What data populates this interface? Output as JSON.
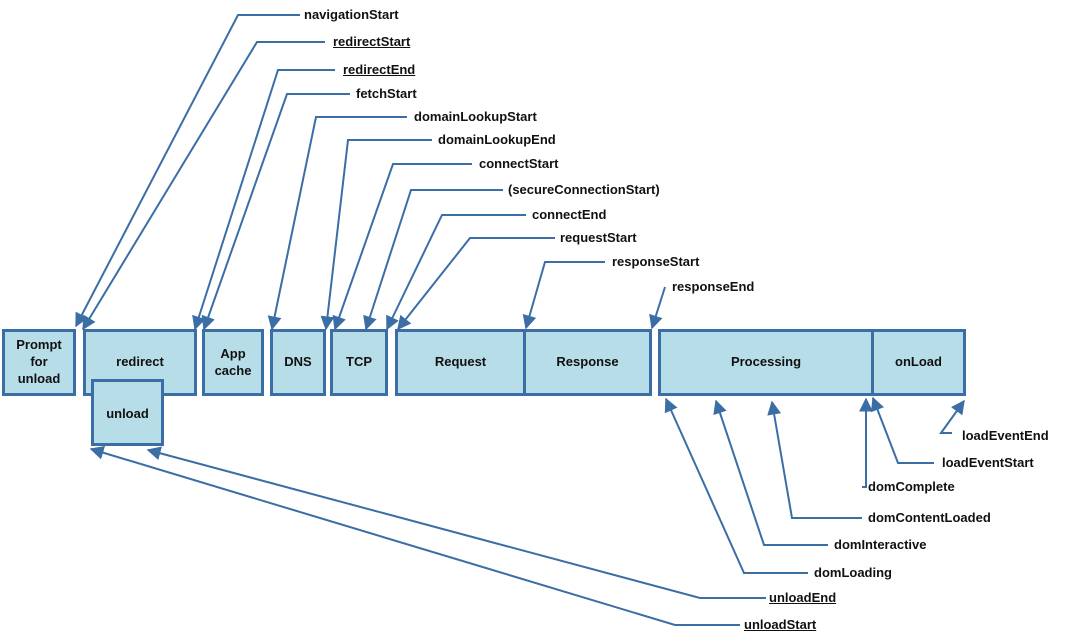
{
  "phases": {
    "prompt_for_unload": "Prompt\nfor\nunload",
    "redirect": "redirect",
    "unload": "unload",
    "app_cache": "App\ncache",
    "dns": "DNS",
    "tcp": "TCP",
    "request": "Request",
    "response": "Response",
    "processing": "Processing",
    "onload": "onLoad"
  },
  "events": {
    "navigationStart": "navigationStart",
    "redirectStart": "redirectStart",
    "redirectEnd": "redirectEnd",
    "fetchStart": "fetchStart",
    "domainLookupStart": "domainLookupStart",
    "domainLookupEnd": "domainLookupEnd",
    "connectStart": "connectStart",
    "secureConnectionStart": "(secureConnectionStart)",
    "connectEnd": "connectEnd",
    "requestStart": "requestStart",
    "responseStart": "responseStart",
    "responseEnd": "responseEnd",
    "loadEventEnd": "loadEventEnd",
    "loadEventStart": "loadEventStart",
    "domComplete": "domComplete",
    "domContentLoaded": "domContentLoaded",
    "domInteractive": "domInteractive",
    "domLoading": "domLoading",
    "unloadEnd": "unloadEnd",
    "unloadStart": "unloadStart"
  },
  "colors": {
    "box_fill": "#b7dde8",
    "box_border": "#3a6ea5",
    "arrow": "#3a6ea5"
  }
}
